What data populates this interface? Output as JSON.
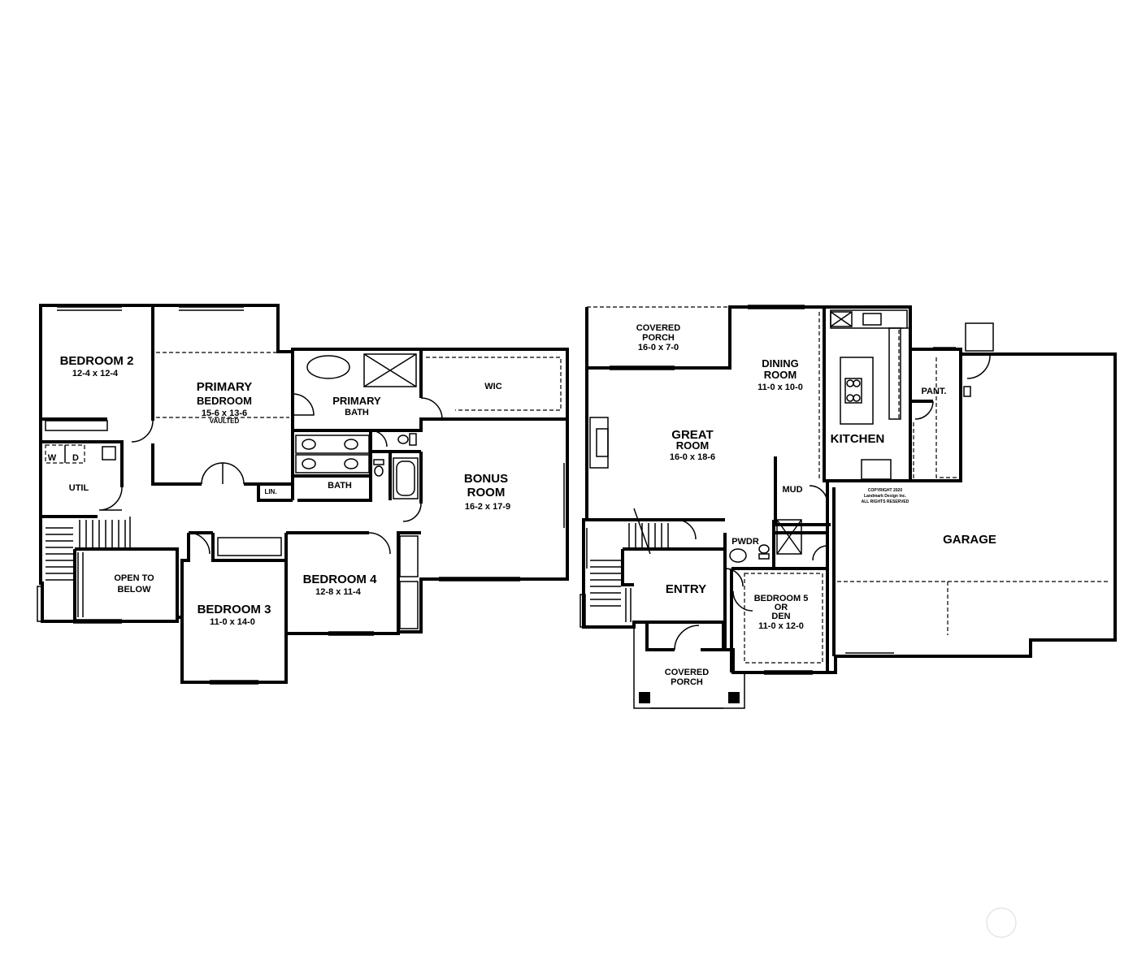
{
  "upper_floor": {
    "bedroom2": {
      "name": "BEDROOM 2",
      "dims": "12-4 x 12-4"
    },
    "primary_bedroom": {
      "name1": "PRIMARY",
      "name2": "BEDROOM",
      "dims": "15-6 x 13-6",
      "note": "VAULTED"
    },
    "primary_bath": {
      "name1": "PRIMARY",
      "name2": "BATH"
    },
    "wic": "WIC",
    "util": "UTIL",
    "washer": "W",
    "dryer": "D",
    "linen": "LIN.",
    "bath": "BATH",
    "bonus_room": {
      "name1": "BONUS",
      "name2": "ROOM",
      "dims": "16-2 x 17-9"
    },
    "open_to_below": {
      "line1": "OPEN TO",
      "line2": "BELOW"
    },
    "bedroom3": {
      "name": "BEDROOM 3",
      "dims": "11-0 x 14-0"
    },
    "bedroom4": {
      "name": "BEDROOM 4",
      "dims": "12-8 x 11-4"
    }
  },
  "main_floor": {
    "covered_porch_rear": {
      "line1": "COVERED",
      "line2": "PORCH",
      "dims": "16-0 x 7-0"
    },
    "dining_room": {
      "name1": "DINING",
      "name2": "ROOM",
      "dims": "11-0 x 10-0"
    },
    "great_room": {
      "name1": "GREAT",
      "name2": "ROOM",
      "dims": "16-0 x 18-6"
    },
    "kitchen": "KITCHEN",
    "pantry": "PANT.",
    "mud": "MUD",
    "powder": "PWDR",
    "entry": "ENTRY",
    "bedroom5": {
      "line1": "BEDROOM 5",
      "line2": "OR",
      "line3": "DEN",
      "dims": "11-0 x 12-0"
    },
    "covered_porch_front": {
      "line1": "COVERED",
      "line2": "PORCH"
    },
    "garage": "GARAGE",
    "copyright": {
      "line1": "COPYRIGHT 2020",
      "line2": "Landmark Design Inc.",
      "line3": "ALL RIGHTS RESERVED"
    }
  },
  "colors": {
    "ink": "#000000",
    "paper": "#ffffff"
  }
}
